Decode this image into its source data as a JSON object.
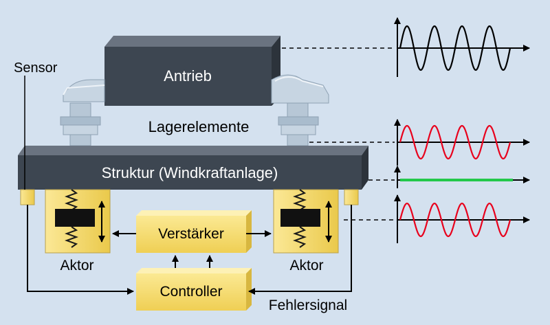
{
  "labels": {
    "drive": "Antrieb",
    "bearings": "Lagerelemente",
    "structure": "Struktur (Windkraftanlage)",
    "sensor": "Sensor",
    "actuator_left": "Aktor",
    "actuator_right": "Aktor",
    "amplifier": "Verstärker",
    "controller": "Controller",
    "error_signal": "Fehlersignal"
  },
  "signals": [
    {
      "id": "drive-signal",
      "color": "#000000",
      "shape": "sine",
      "cycles": 4
    },
    {
      "id": "structure-disturbance",
      "color": "#e8001c",
      "shape": "sine",
      "cycles": 4
    },
    {
      "id": "resulting-signal",
      "color": "#22c84a",
      "shape": "flat"
    },
    {
      "id": "actuator-counter-signal",
      "color": "#e8001c",
      "shape": "sine",
      "cycles": 4
    }
  ],
  "colors": {
    "background": "#d4e1ef",
    "dark_block": "#3d4651",
    "bearing": "#c7d5e2",
    "actuator_fill": "#f6d968",
    "box_fill": "#f7e07a"
  }
}
